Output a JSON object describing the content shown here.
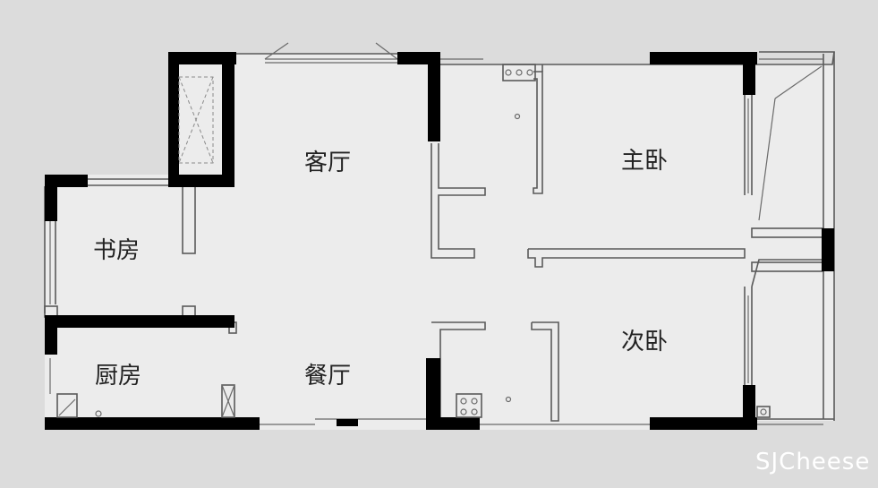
{
  "rooms": {
    "living_room": "客厅",
    "master_bedroom": "主卧",
    "study": "书房",
    "second_bedroom": "次卧",
    "kitchen": "厨房",
    "dining_room": "餐厅"
  },
  "watermark": "SJCheese",
  "colors": {
    "background": "#dcdcdc",
    "floor": "#ececec",
    "wall": "#000000",
    "line": "#5a5a5a"
  }
}
